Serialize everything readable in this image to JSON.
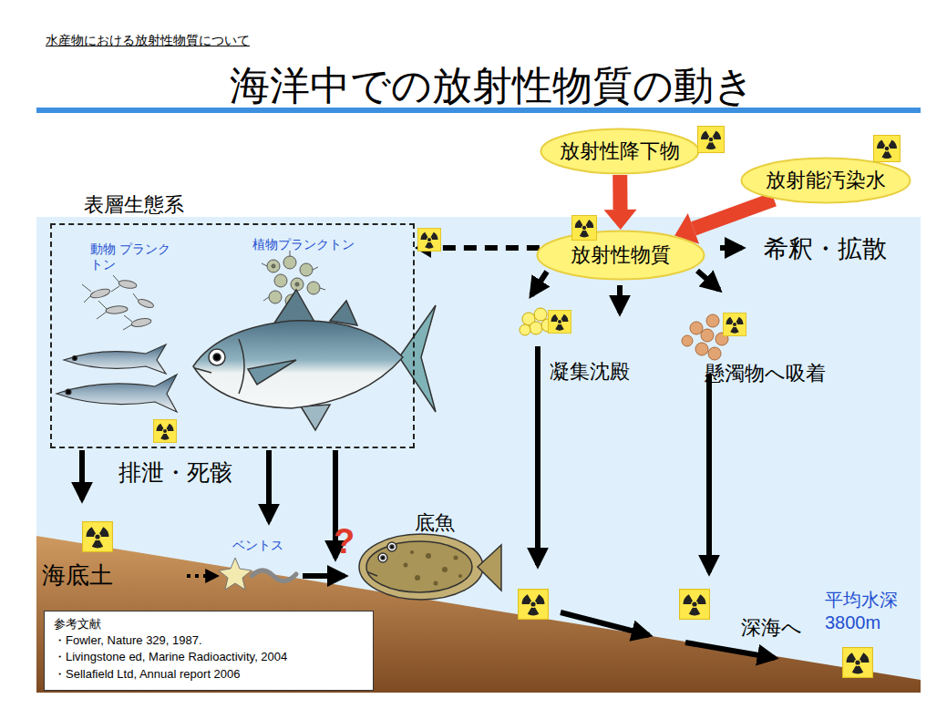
{
  "diagram": {
    "title": "海洋中での放射性物質の動き",
    "nodes": [
      {
        "text": [
          "放射性降下物"
        ]
      },
      {
        "text": [
          "放射能汚染水"
        ]
      },
      {
        "text": [
          "表層生態系",
          "動物 プランクトン",
          "植物プランクトン"
        ]
      },
      {
        "text": [
          "放射性物質"
        ]
      },
      {
        "text": [
          "参考文献",
          "・Fowler, Nature 329, 1987.",
          "・Livingstone ed, Marine Radioactivity, 2004",
          "・Sellafield Ltd, Annual report 2006"
        ]
      }
    ],
    "edges": [
      {
        "from": 0,
        "to": 3,
        "arrow": "to"
      },
      {
        "from": 1,
        "to": 3,
        "arrow": "to"
      },
      {
        "from": 3,
        "to": 2,
        "arrow": "to"
      }
    ],
    "labels": [
      "水産物における放射性物質について",
      "希釈・拡散",
      "凝集沈殿",
      "懸濁物へ吸着",
      "排泄・死骸",
      "底魚",
      "?",
      "ベントス",
      "海底土",
      "平均水深 3800m",
      "深海へ"
    ]
  }
}
